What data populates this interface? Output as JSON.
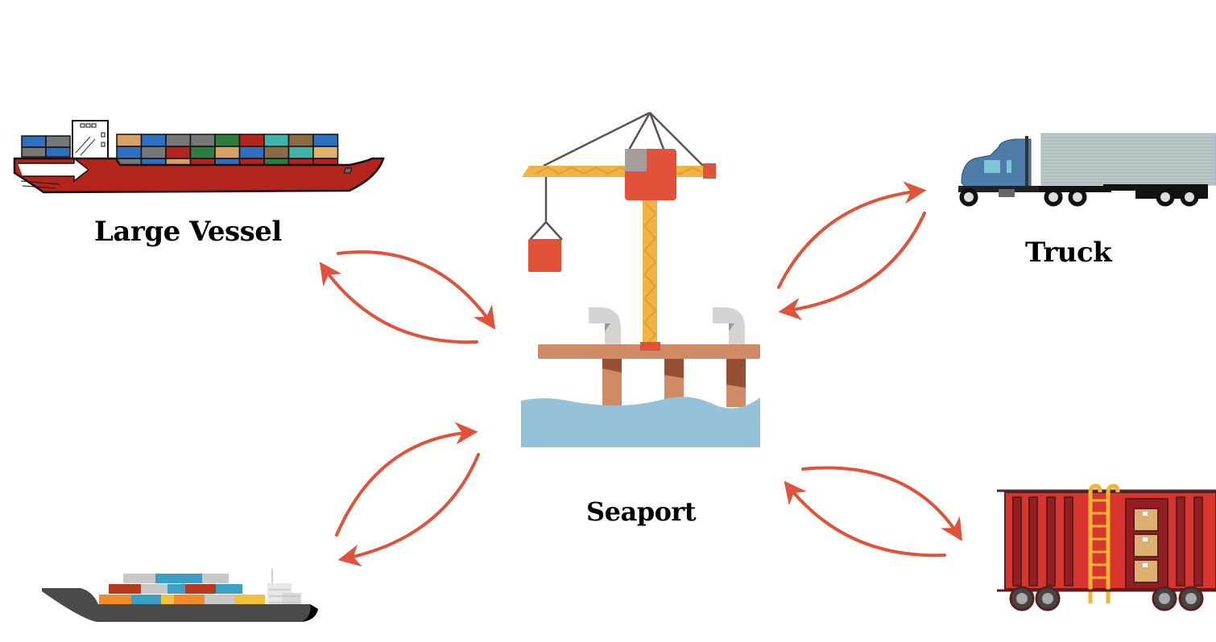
{
  "diagram": {
    "center": {
      "label": "Seaport",
      "icon": "seaport-crane-icon"
    },
    "nodes": [
      {
        "id": "large-vessel",
        "label": "Large Vessel",
        "icon": "container-ship-icon",
        "position": "top-left"
      },
      {
        "id": "truck",
        "label": "Truck",
        "icon": "semi-truck-icon",
        "position": "top-right"
      },
      {
        "id": "small-vessel",
        "label": "",
        "icon": "feeder-ship-icon",
        "position": "bottom-left"
      },
      {
        "id": "rail",
        "label": "",
        "icon": "rail-boxcar-icon",
        "position": "bottom-right"
      }
    ],
    "connections": [
      {
        "from": "large-vessel",
        "to": "seaport",
        "direction": "bidirectional"
      },
      {
        "from": "truck",
        "to": "seaport",
        "direction": "bidirectional"
      },
      {
        "from": "small-vessel",
        "to": "seaport",
        "direction": "bidirectional"
      },
      {
        "from": "rail",
        "to": "seaport",
        "direction": "bidirectional"
      }
    ],
    "colors": {
      "arrow": "#e0533a",
      "crane": "#efb443",
      "water": "#95c2d6",
      "pier": "#d08a65"
    }
  }
}
